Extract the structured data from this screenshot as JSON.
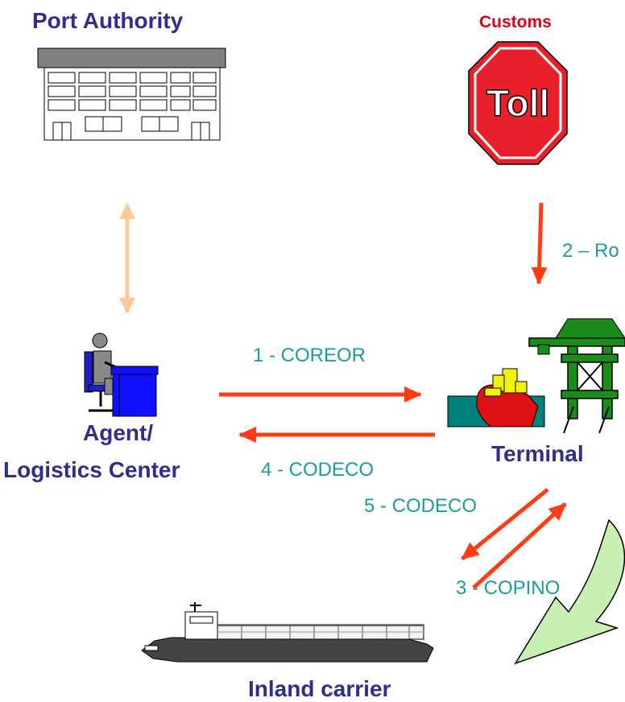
{
  "entities": {
    "port_authority": "Port Authority",
    "customs": "Customs",
    "agent_line1": "Agent/",
    "agent_line2": "Logistics Center",
    "terminal": "Terminal",
    "inland_carrier": "Inland carrier"
  },
  "messages": {
    "m1": "1 - COREOR",
    "m2": "2 – Ro",
    "m3": "3 - COPINO",
    "m4": "4 - CODECO",
    "m5": "5 - CODECO"
  },
  "stop_sign_text": "Toll",
  "colors": {
    "entity_text": "#2e2e8c",
    "customs_text": "#e0001b",
    "message_text": "#1a9c9c",
    "arrow_red": "#ff3c14",
    "arrow_peach": "#ffc896",
    "curved_arrow_fill": "#c8f0b4"
  },
  "icons": [
    "building-icon",
    "stop-sign-icon",
    "office-worker-icon",
    "terminal-crane-ship-icon",
    "container-ship-icon",
    "curved-arrow-icon"
  ]
}
